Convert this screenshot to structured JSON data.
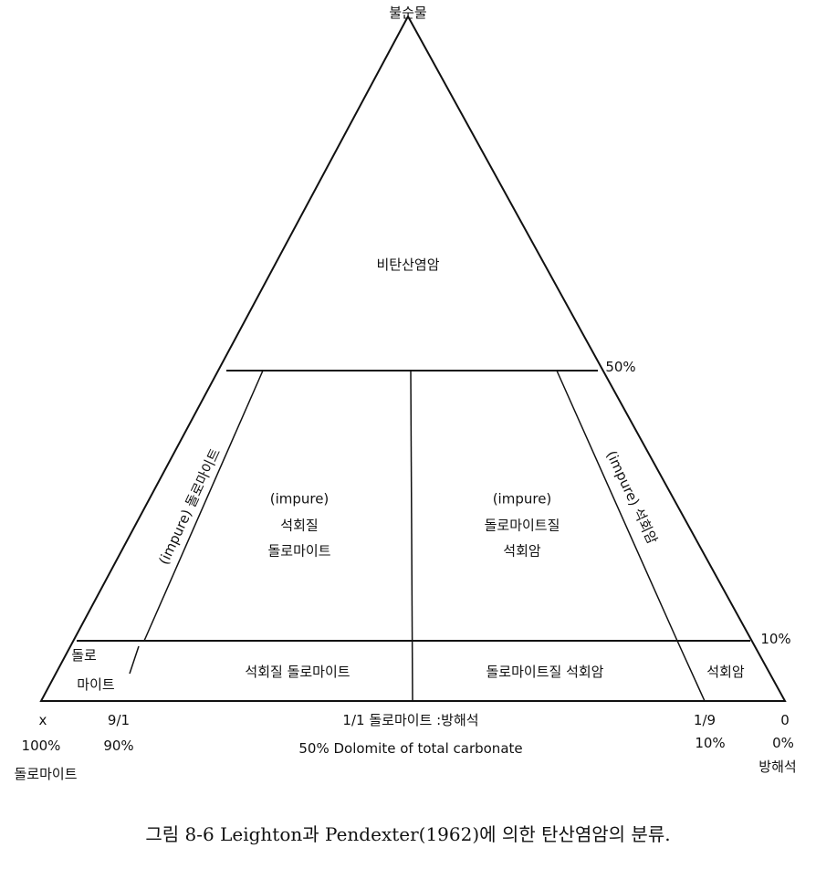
{
  "apex": "불순물",
  "top_region": "비탄산염암",
  "pct_50": "50%",
  "pct_10": "10%",
  "left_strip": "(impure)  돌로마이트",
  "right_strip": "(impure)  석회암",
  "mid_left": {
    "l1": "(impure)",
    "l2": "석회질",
    "l3": "돌로마이트"
  },
  "mid_right": {
    "l1": "(impure)",
    "l2": "돌로마이트질",
    "l3": "석회암"
  },
  "bottom": {
    "dolomite_l1": "돌로",
    "dolomite_l2": "마이트",
    "calc_dolomite": "석회질 돌로마이트",
    "dolo_limestone": "돌로마이트질 석회암",
    "limestone": "석회암"
  },
  "axis": {
    "x": "x",
    "r91": "9/1",
    "r11": "1/1 돌로마이트 :방해석",
    "r19": "1/9",
    "r0": "0",
    "p100": "100%",
    "p90": "90%",
    "p50": "50% Dolomite of total carbonate",
    "p10": "10%",
    "p0": "0%",
    "left_end": "돌로마이트",
    "right_end": "방해석"
  },
  "caption": "그림 8-6  Leighton과 Pendexter(1962)에 의한 탄산염암의 분류."
}
